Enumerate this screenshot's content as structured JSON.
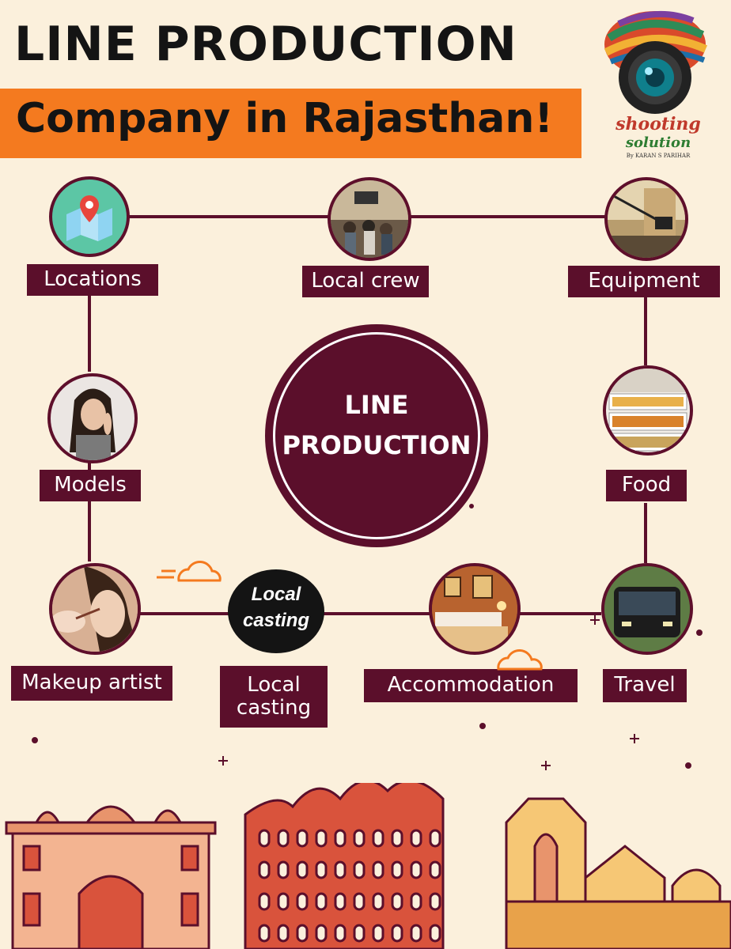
{
  "header": {
    "title_line1": "LINE PRODUCTION",
    "title_line2": "Company in Rajasthan!"
  },
  "logo": {
    "line1": "shooting",
    "line2": "solution",
    "line3": "By KARAN S PARIHAR"
  },
  "center": {
    "line1": "LINE",
    "line2": "PRODUCTION"
  },
  "nodes": {
    "locations": "Locations",
    "local_crew": "Local crew",
    "equipment": "Equipment",
    "models": "Models",
    "food": "Food",
    "makeup_artist": "Makeup artist",
    "local_casting_line1": "Local",
    "local_casting_line2": "casting",
    "accommodation": "Accommodation",
    "travel": "Travel"
  },
  "casting_badge": {
    "line1": "Local",
    "line2": "casting"
  },
  "colors": {
    "background": "#fbf0dc",
    "accent_orange": "#f47a1f",
    "maroon": "#5b0f2b",
    "skyline_red": "#d9533c",
    "skyline_yellow": "#f6c775"
  }
}
